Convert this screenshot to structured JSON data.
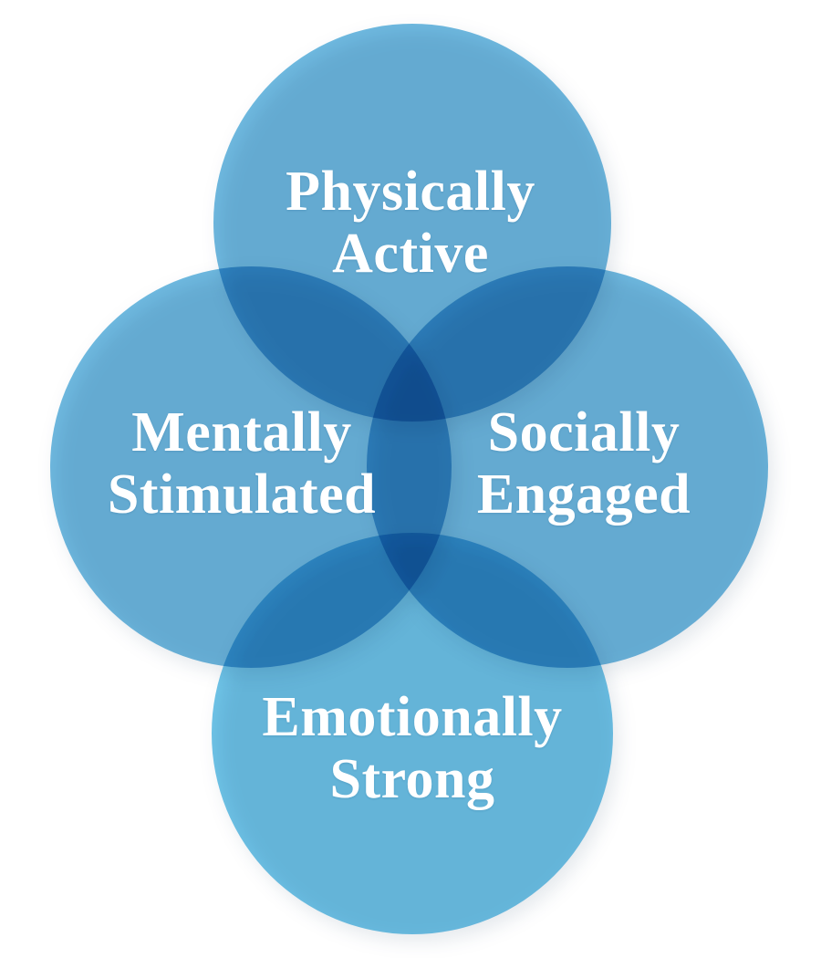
{
  "diagram": {
    "circles": [
      {
        "id": "top",
        "lines": [
          "Physically",
          "Active"
        ],
        "color": "#5bb0dd"
      },
      {
        "id": "left",
        "lines": [
          "Mentally",
          "Stimulated"
        ],
        "color": "#5bb0dd"
      },
      {
        "id": "right",
        "lines": [
          "Socially",
          "Engaged"
        ],
        "color": "#5bb0dd"
      },
      {
        "id": "bottom",
        "lines": [
          "Emotionally",
          "Strong"
        ],
        "color": "#5bbde6"
      }
    ],
    "overlap_color": "#0aa0dc",
    "text_color": "#ffffff"
  }
}
